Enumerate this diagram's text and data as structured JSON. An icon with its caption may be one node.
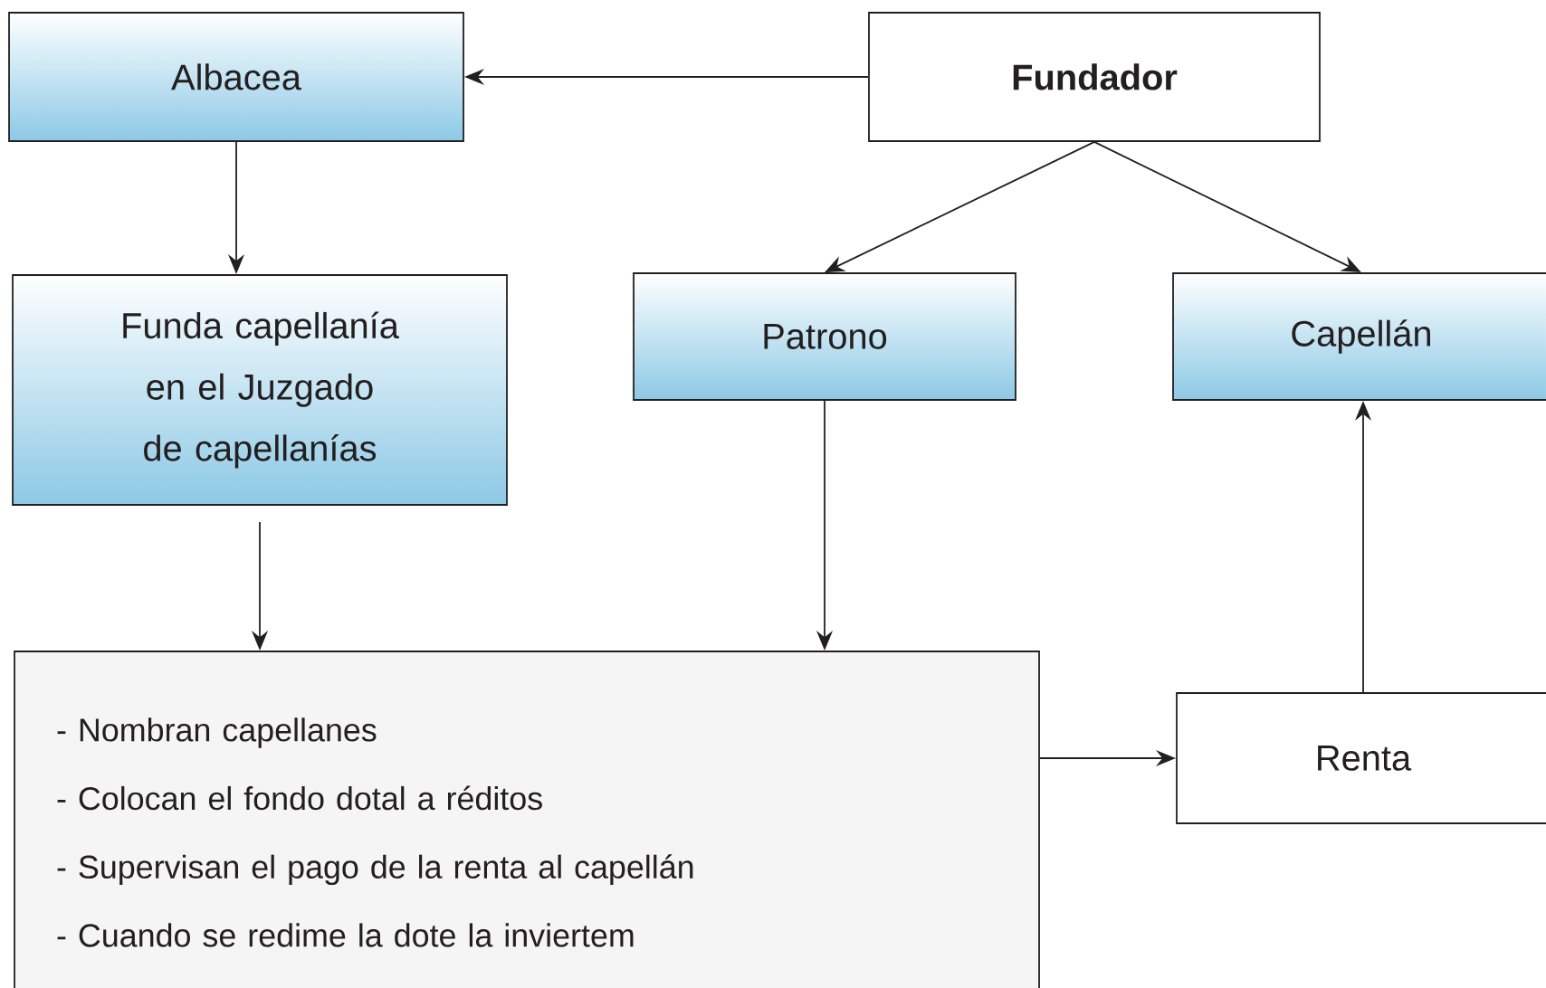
{
  "diagram": {
    "nodes": [
      {
        "text": [
          "Albacea"
        ]
      },
      {
        "text": [
          "Fundador"
        ]
      },
      {
        "text": [
          "Funda capellanía en el Juzgado de capellanías"
        ]
      },
      {
        "text": [
          "Patrono"
        ]
      },
      {
        "text": [
          "Capellán"
        ]
      },
      {
        "text": [
          "- Nombran capellanes",
          "- Colocan el fondo dotal a réditos",
          "- Supervisan el pago de la renta al capellán",
          "- Cuando se redime la dote la inviertem"
        ]
      },
      {
        "text": [
          "Renta"
        ]
      }
    ],
    "edges": [
      {
        "from": 1,
        "to": 0,
        "arrow": "to"
      },
      {
        "from": 0,
        "to": 2,
        "arrow": "to"
      },
      {
        "from": 1,
        "to": 3,
        "arrow": "to"
      },
      {
        "from": 1,
        "to": 4,
        "arrow": "to"
      },
      {
        "from": 2,
        "to": 5,
        "arrow": "to"
      },
      {
        "from": 3,
        "to": 5,
        "arrow": "to"
      },
      {
        "from": 5,
        "to": 6,
        "arrow": "to"
      },
      {
        "from": 6,
        "to": 4,
        "arrow": "to"
      }
    ]
  }
}
